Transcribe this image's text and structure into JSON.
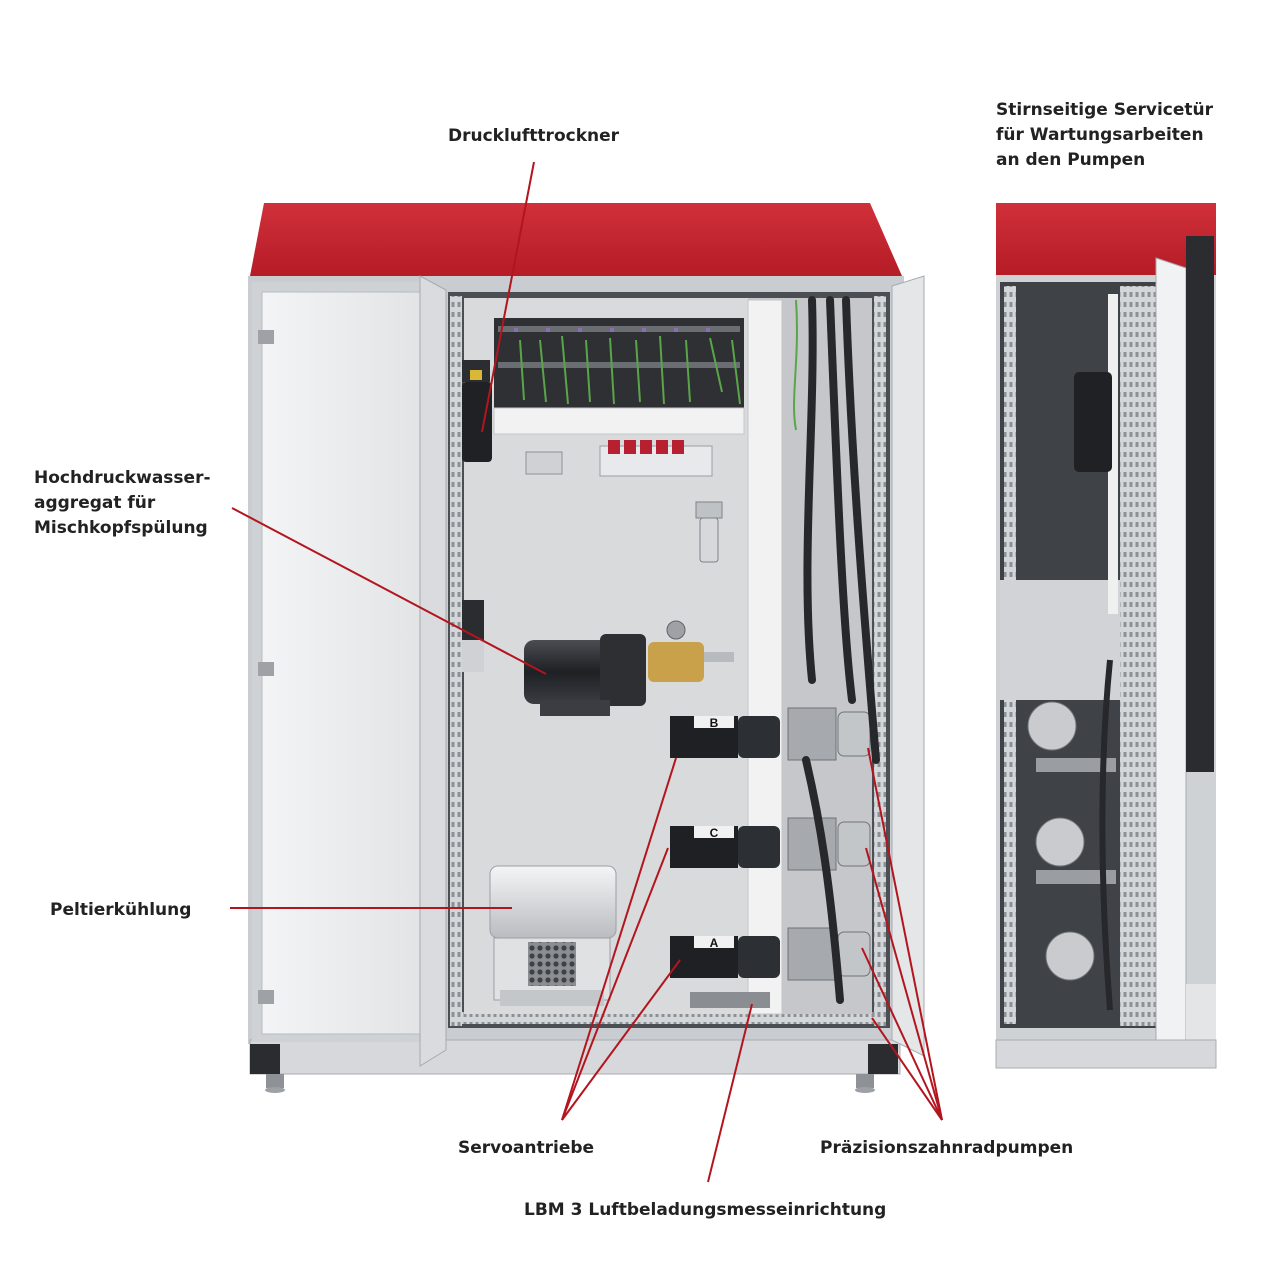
{
  "labels": {
    "drucklufttrockner": "Drucklufttrockner",
    "hochdruckwasser": "Hochdruckwasser-\naggregat für\nMischkopfspülung",
    "peltier": "Peltierkühlung",
    "servoantriebe": "Servoantriebe",
    "lbm": "LBM 3 Luftbeladungsmesseinrichtung",
    "zahnradpumpen": "Präzisionszahnradpumpen",
    "servicetuer": "Stirnseitige Servicetür\nfür Wartungsarbeiten\nan den Pumpen"
  },
  "pump_tags": [
    "B",
    "C",
    "A"
  ],
  "colors": {
    "roof": "#c4242e",
    "leader": "#b3151f",
    "frame": "#c7cacd",
    "panel": "#e6e7e9"
  }
}
